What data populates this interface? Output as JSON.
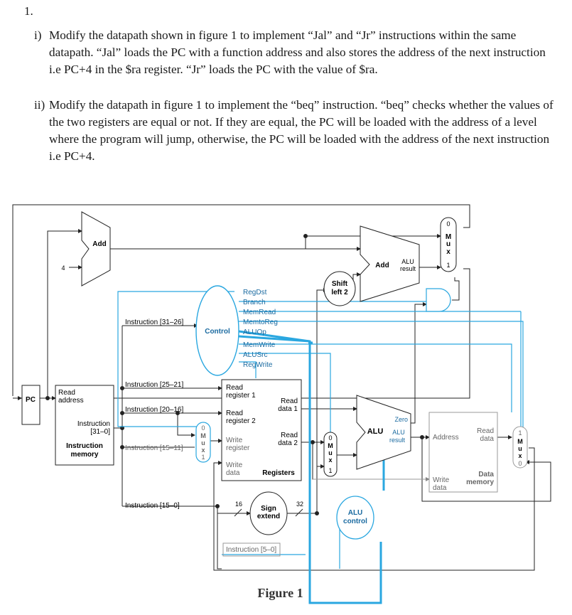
{
  "question": {
    "number": "1.",
    "parts": [
      {
        "label": "i)",
        "text": "Modify the datapath shown in figure 1 to implement “Jal” and “Jr” instructions within the same datapath. “Jal” loads the PC with a function address and also stores the address of the next instruction i.e PC+4 in the $ra register. “Jr” loads the PC with the value of $ra."
      },
      {
        "label": "ii)",
        "text": "Modify the datapath in figure 1 to implement the “beq” instruction. “beq” checks whether the values of the two registers are equal or not. If they are equal, the PC will be loaded with the address of a level where the program will jump, otherwise, the PC will be loaded with the address of the next instruction i.e PC+4."
      }
    ]
  },
  "figure": {
    "caption": "Figure 1",
    "pc": "PC",
    "add_pc": "Add",
    "four": "4",
    "add_branch": "Add",
    "alu_result_top": "ALU",
    "alu_result_bottom": "result",
    "shift_left_top": "Shift",
    "shift_left_bottom": "left 2",
    "control": "Control",
    "control_signals": [
      "RegDst",
      "Branch",
      "MemRead",
      "MemtoReg",
      "ALUOp",
      "MemWrite",
      "ALUSrc",
      "RegWrite"
    ],
    "instruction_memory": {
      "read_address_1": "Read",
      "read_address_2": "address",
      "instruction_1": "Instruction",
      "instruction_2": "[31–0]",
      "name_1": "Instruction",
      "name_2": "memory"
    },
    "instruction_fields": {
      "f31_26": "Instruction [31–26]",
      "f25_21": "Instruction [25–21]",
      "f20_16": "Instruction [20–16]",
      "f15_11": "Instruction [15–11]",
      "f15_0": "Instruction [15–0]",
      "f5_0": "Instruction [5–0]"
    },
    "registers": {
      "read_reg1_a": "Read",
      "read_reg1_b": "register 1",
      "read_reg2_a": "Read",
      "read_reg2_b": "register 2",
      "write_reg_a": "Write",
      "write_reg_b": "register",
      "write_data_a": "Write",
      "write_data_b": "data",
      "read_data1_a": "Read",
      "read_data1_b": "data 1",
      "read_data2_a": "Read",
      "read_data2_b": "data 2",
      "name": "Registers"
    },
    "sign_extend_top": "Sign",
    "sign_extend_bottom": "extend",
    "width_16": "16",
    "width_32": "32",
    "alu": "ALU",
    "zero": "Zero",
    "alu_main_result_top": "ALU",
    "alu_main_result_bottom": "result",
    "alu_control_top": "ALU",
    "alu_control_bottom": "control",
    "data_memory": {
      "address": "Address",
      "read_data_a": "Read",
      "read_data_b": "data",
      "write_data_a": "Write",
      "write_data_b": "data",
      "name_a": "Data",
      "name_b": "memory"
    },
    "mux_letters": [
      "M",
      "u",
      "x"
    ],
    "mux_zero": "0",
    "mux_one": "1",
    "colors": {
      "control_line": "#2aa7e0",
      "wire": "#222222",
      "box_gray": "#9a9a9a"
    }
  }
}
